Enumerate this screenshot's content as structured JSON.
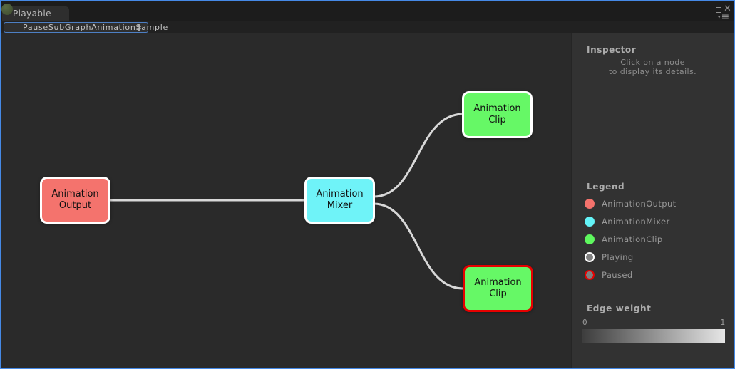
{
  "window": {
    "tab_title": "Playable Graph",
    "icons": {
      "close": "✕",
      "menu_caret": "▾",
      "menu_lines": "≡"
    }
  },
  "toolbar": {
    "graph_selector": {
      "value": "PauseSubGraphAnimationSample"
    }
  },
  "graph": {
    "nodes": [
      {
        "label": "Animation\nOutput",
        "type": "AnimationOutput",
        "fill": "#f4736d",
        "border": "#ffffff",
        "state": "playing"
      },
      {
        "label": "Animation\nMixer",
        "type": "AnimationMixer",
        "fill": "#6ff3f8",
        "border": "#ffffff",
        "state": "playing"
      },
      {
        "label": "Animation\nClip",
        "type": "AnimationClip",
        "fill": "#66f866",
        "border": "#ffffff",
        "state": "playing"
      },
      {
        "label": "Animation\nClip",
        "type": "AnimationClip",
        "fill": "#66f866",
        "border": "#e60000",
        "state": "paused"
      }
    ],
    "edges": [
      {
        "from": "AnimationOutput",
        "to": "AnimationMixer",
        "approx_weight": 1
      },
      {
        "from": "AnimationMixer",
        "to": "AnimationClip (top)",
        "approx_weight": 1
      },
      {
        "from": "AnimationMixer",
        "to": "AnimationClip (bottom)",
        "approx_weight": 1
      }
    ],
    "edge_color": "#d8d8d8"
  },
  "inspector": {
    "title": "Inspector",
    "hint_line1": "Click on a node",
    "hint_line2": "to display its details."
  },
  "legend": {
    "title": "Legend",
    "items": [
      {
        "label": "AnimationOutput",
        "fill": "#f4726c",
        "ring": "transparent"
      },
      {
        "label": "AnimationMixer",
        "fill": "#63f3f7",
        "ring": "transparent"
      },
      {
        "label": "AnimationClip",
        "fill": "#5ef75e",
        "ring": "transparent"
      },
      {
        "label": "Playing",
        "fill": "#808080",
        "ring": "#ffffff"
      },
      {
        "label": "Paused",
        "fill": "#808080",
        "ring": "#e60000"
      }
    ]
  },
  "edge_weight": {
    "title": "Edge weight",
    "min": "0",
    "max": "1",
    "gradient_start": "#3d3d3d",
    "gradient_end": "#e6e6e6"
  }
}
